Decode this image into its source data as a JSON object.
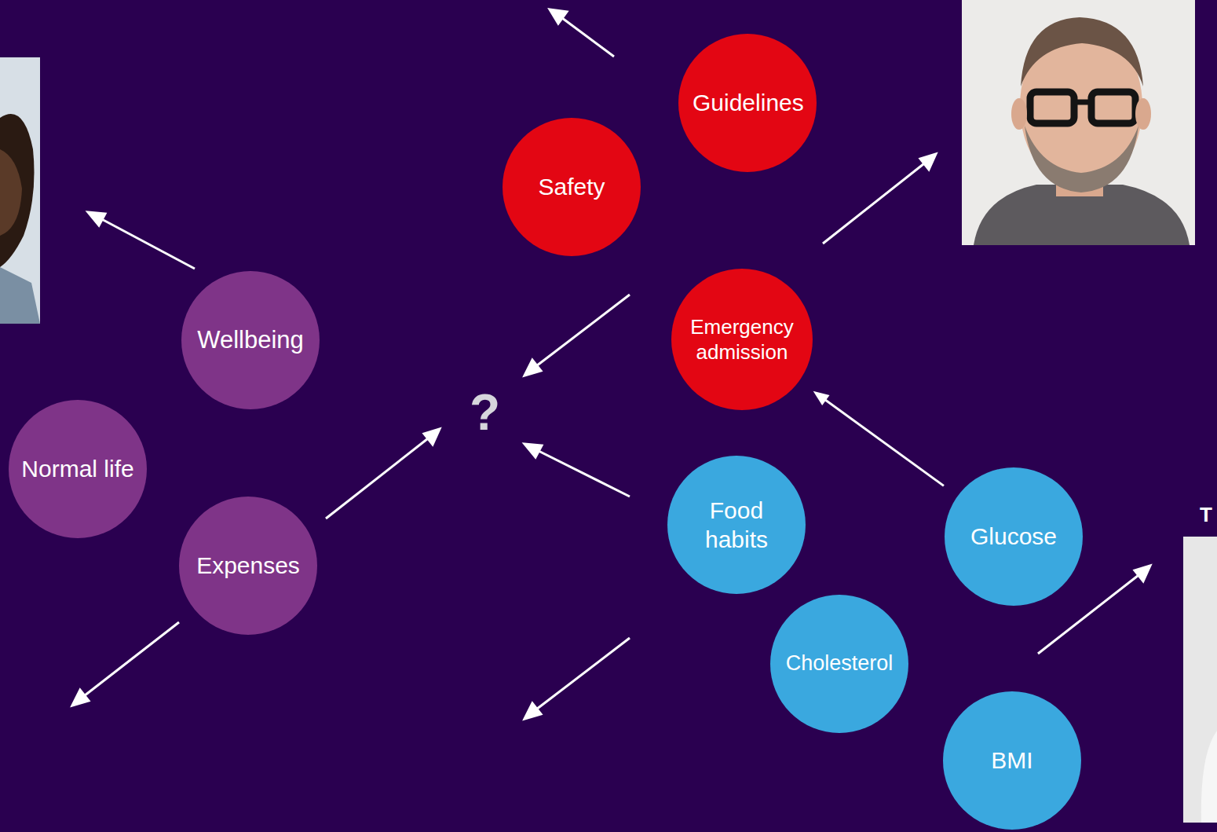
{
  "diagram": {
    "nodes": [
      {
        "text": [
          "Guidelines"
        ]
      },
      {
        "text": [
          "Safety"
        ]
      },
      {
        "text": [
          "Emergency admission"
        ]
      },
      {
        "text": [
          "Wellbeing"
        ]
      },
      {
        "text": [
          "Normal life"
        ]
      },
      {
        "text": [
          "Food habits"
        ]
      },
      {
        "text": [
          "Glucose"
        ]
      },
      {
        "text": [
          "Expenses"
        ]
      },
      {
        "text": [
          "Cholesterol"
        ]
      },
      {
        "text": [
          "BMI"
        ]
      }
    ],
    "edges": [
      {
        "from": 6,
        "to": 2,
        "arrow": "to"
      }
    ],
    "labels": [
      "?",
      "T"
    ]
  }
}
